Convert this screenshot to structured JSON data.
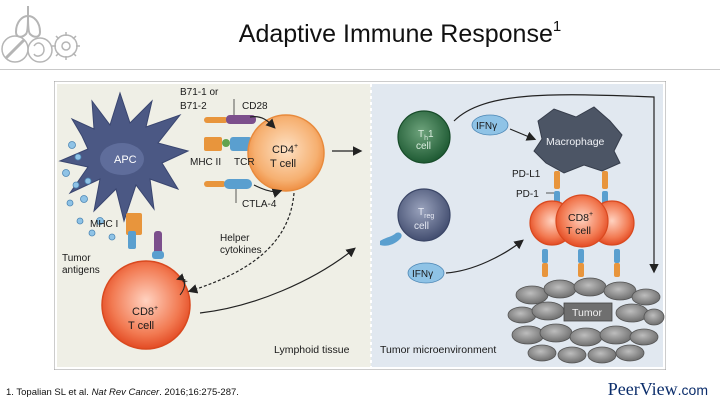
{
  "slide": {
    "title": "Adaptive Immune Response",
    "title_sup": "1"
  },
  "citation": {
    "prefix": "1. Topalian SL et al. ",
    "journal": "Nat Rev Cancer",
    "suffix": ". 2016;16:275-287."
  },
  "brand": {
    "name": "PeerView",
    "suffix": ".com"
  },
  "figure": {
    "labels": {
      "b71": "B71-1 or",
      "b72": "B71-2",
      "cd28": "CD28",
      "apc": "APC",
      "mhc_ii": "MHC II",
      "tcr": "TCR",
      "cd4_line1": "CD4",
      "cd4_sup": "+",
      "cd4_line2": "T cell",
      "ctla4": "CTLA-4",
      "mhc_i": "MHC I",
      "tumor_antigens_1": "Tumor",
      "tumor_antigens_2": "antigens",
      "helper_1": "Helper",
      "helper_2": "cytokines",
      "cd8_line1": "CD8",
      "cd8_sup": "+",
      "cd8_line2": "T cell",
      "lymphoid": "Lymphoid tissue",
      "th1_top": "T",
      "th1_sub": "h",
      "th1_num": "1",
      "th1_cell": "cell",
      "treg_top": "T",
      "treg_sub": "reg",
      "treg_cell": "cell",
      "ifng_1": "IFNγ",
      "ifng_2": "IFNγ",
      "macrophage": "Macrophage",
      "pdl1": "PD-L1",
      "pd1": "PD-1",
      "cd8_tumor_line1": "CD8",
      "cd8_tumor_sup": "+",
      "cd8_tumor_line2": "T cell",
      "tumor": "Tumor",
      "microenv": "Tumor microenvironment",
      "plus": "+"
    },
    "colors": {
      "lymphoid_bg": "#efefe8",
      "tumor_bg": "#e2e8ef",
      "apc": "#4a5784",
      "tcell_orange": "#f5a763",
      "cd8_red": "#f0643c",
      "th1_green": "#2e6d44",
      "treg": "#5d6887",
      "macrophage": "#4c5565",
      "tumor_gray": "#8d8d8d",
      "receptor_blue": "#5a9fcf",
      "receptor_orange": "#e8953c",
      "ctla_purple": "#7c4f8c"
    }
  },
  "icons": [
    "lungs-icon",
    "medical-tools-icon",
    "organ-icon",
    "gear-icon"
  ]
}
